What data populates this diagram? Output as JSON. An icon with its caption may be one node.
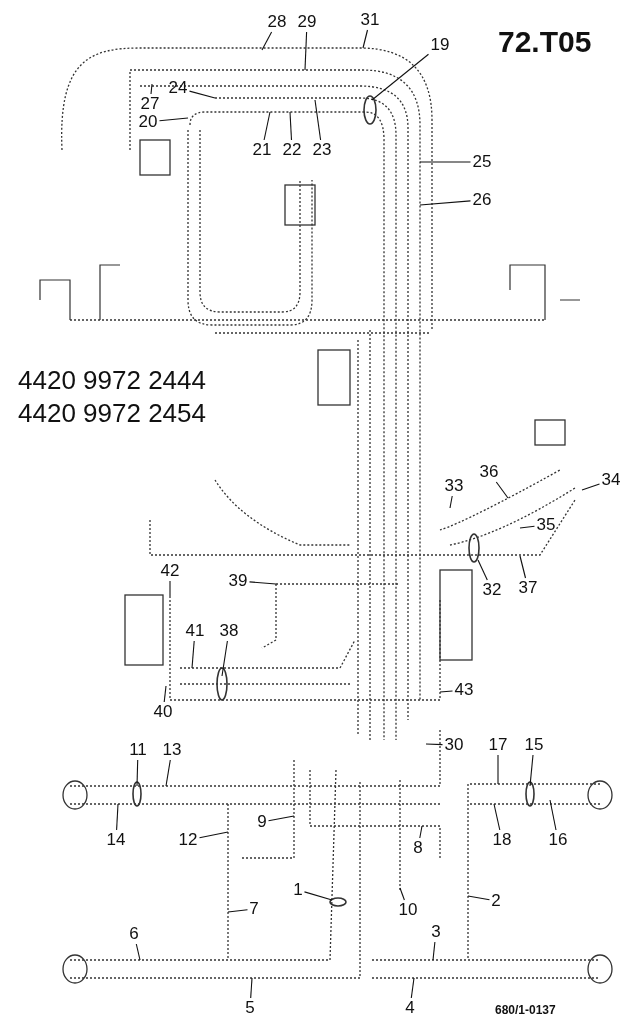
{
  "diagram": {
    "title": "72.T05",
    "nodes": [
      {
        "text": [
          "28"
        ]
      },
      {
        "text": [
          "29"
        ]
      },
      {
        "text": [
          "31"
        ]
      },
      {
        "text": [
          "19"
        ]
      },
      {
        "text": [
          "24"
        ]
      },
      {
        "text": [
          "27"
        ]
      },
      {
        "text": [
          "20"
        ]
      },
      {
        "text": [
          "21"
        ]
      },
      {
        "text": [
          "22"
        ]
      },
      {
        "text": [
          "23"
        ]
      },
      {
        "text": [
          "25"
        ]
      },
      {
        "text": [
          "26"
        ]
      },
      {
        "text": [
          "36"
        ]
      },
      {
        "text": [
          "33"
        ]
      },
      {
        "text": [
          "34"
        ]
      },
      {
        "text": [
          "35"
        ]
      },
      {
        "text": [
          "32"
        ]
      },
      {
        "text": [
          "37"
        ]
      },
      {
        "text": [
          "42"
        ]
      },
      {
        "text": [
          "39"
        ]
      },
      {
        "text": [
          "41"
        ]
      },
      {
        "text": [
          "38"
        ]
      },
      {
        "text": [
          "40"
        ]
      },
      {
        "text": [
          "43"
        ]
      },
      {
        "text": [
          "30"
        ]
      },
      {
        "text": [
          "17"
        ]
      },
      {
        "text": [
          "15"
        ]
      },
      {
        "text": [
          "11"
        ]
      },
      {
        "text": [
          "13"
        ]
      },
      {
        "text": [
          "14"
        ]
      },
      {
        "text": [
          "12"
        ]
      },
      {
        "text": [
          "18"
        ]
      },
      {
        "text": [
          "16"
        ]
      },
      {
        "text": [
          "9"
        ]
      },
      {
        "text": [
          "8"
        ]
      },
      {
        "text": [
          "1"
        ]
      },
      {
        "text": [
          "10"
        ]
      },
      {
        "text": [
          "7"
        ]
      },
      {
        "text": [
          "2"
        ]
      },
      {
        "text": [
          "6"
        ]
      },
      {
        "text": [
          "3"
        ]
      },
      {
        "text": [
          "5"
        ]
      },
      {
        "text": [
          "4"
        ]
      }
    ],
    "edges": [
      {
        "from": 0,
        "to": null,
        "arrow": "none"
      },
      {
        "from": 1,
        "to": null,
        "arrow": "none"
      },
      {
        "from": 2,
        "to": null,
        "arrow": "none"
      },
      {
        "from": 3,
        "to": null,
        "arrow": "none"
      },
      {
        "from": 4,
        "to": null,
        "arrow": "none"
      },
      {
        "from": 5,
        "to": null,
        "arrow": "none"
      },
      {
        "from": 6,
        "to": null,
        "arrow": "none"
      },
      {
        "from": 7,
        "to": null,
        "arrow": "none"
      },
      {
        "from": 8,
        "to": null,
        "arrow": "none"
      },
      {
        "from": 9,
        "to": null,
        "arrow": "none"
      },
      {
        "from": 10,
        "to": null,
        "arrow": "none"
      },
      {
        "from": 11,
        "to": null,
        "arrow": "none"
      },
      {
        "from": 12,
        "to": null,
        "arrow": "none"
      },
      {
        "from": 13,
        "to": null,
        "arrow": "none"
      },
      {
        "from": 14,
        "to": null,
        "arrow": "none"
      },
      {
        "from": 15,
        "to": null,
        "arrow": "none"
      },
      {
        "from": 16,
        "to": null,
        "arrow": "none"
      },
      {
        "from": 17,
        "to": null,
        "arrow": "none"
      },
      {
        "from": 18,
        "to": null,
        "arrow": "none"
      },
      {
        "from": 19,
        "to": null,
        "arrow": "none"
      },
      {
        "from": 20,
        "to": null,
        "arrow": "none"
      },
      {
        "from": 21,
        "to": null,
        "arrow": "none"
      },
      {
        "from": 22,
        "to": null,
        "arrow": "none"
      },
      {
        "from": 23,
        "to": null,
        "arrow": "none"
      },
      {
        "from": 24,
        "to": null,
        "arrow": "none"
      },
      {
        "from": 25,
        "to": null,
        "arrow": "none"
      },
      {
        "from": 26,
        "to": null,
        "arrow": "none"
      },
      {
        "from": 27,
        "to": null,
        "arrow": "none"
      },
      {
        "from": 28,
        "to": null,
        "arrow": "none"
      },
      {
        "from": 29,
        "to": null,
        "arrow": "none"
      },
      {
        "from": 30,
        "to": null,
        "arrow": "none"
      },
      {
        "from": 31,
        "to": null,
        "arrow": "none"
      },
      {
        "from": 32,
        "to": null,
        "arrow": "none"
      },
      {
        "from": 33,
        "to": null,
        "arrow": "none"
      },
      {
        "from": 34,
        "to": null,
        "arrow": "none"
      },
      {
        "from": 35,
        "to": null,
        "arrow": "none"
      },
      {
        "from": 36,
        "to": null,
        "arrow": "none"
      },
      {
        "from": 37,
        "to": null,
        "arrow": "none"
      },
      {
        "from": 38,
        "to": null,
        "arrow": "none"
      },
      {
        "from": 39,
        "to": null,
        "arrow": "none"
      },
      {
        "from": 40,
        "to": null,
        "arrow": "none"
      },
      {
        "from": 41,
        "to": null,
        "arrow": "none"
      },
      {
        "from": 42,
        "to": null,
        "arrow": "none"
      }
    ],
    "labels": [
      "4420 9972 2444",
      "4420 9972 2454",
      "680/1-0137"
    ]
  }
}
